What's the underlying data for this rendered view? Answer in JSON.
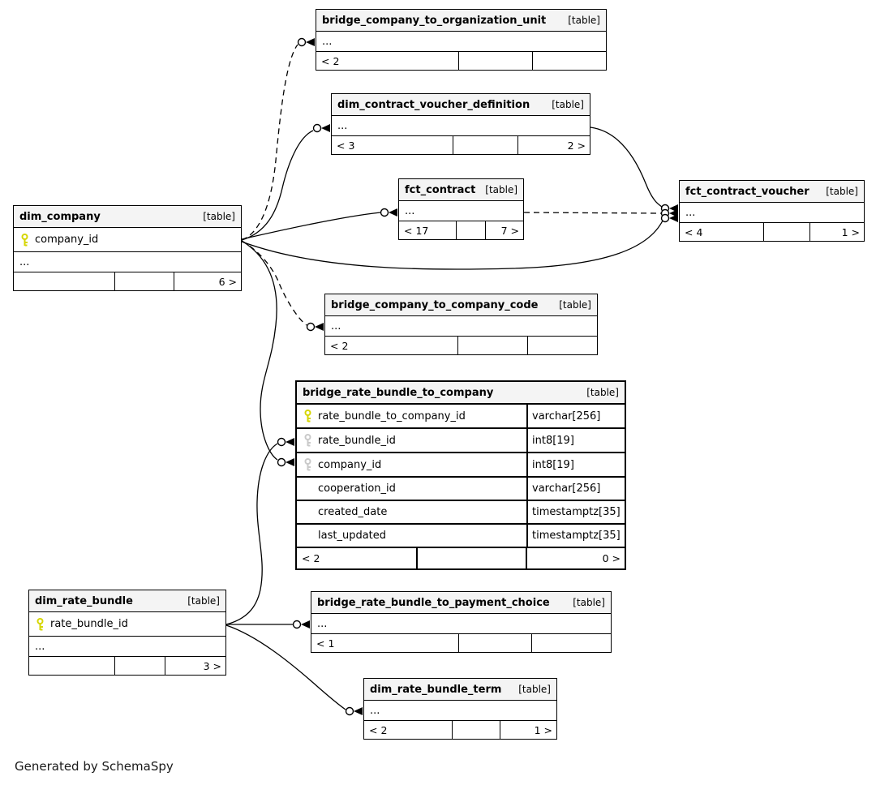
{
  "page": {
    "footer_note": "Generated by SchemaSpy"
  },
  "colors": {
    "primary_key": "#d6d600",
    "foreign_key": "#c9c9c9",
    "header_bg": "#f4f4f4",
    "border": "#000000"
  },
  "tables": [
    {
      "id": "bridge_company_to_organization_unit",
      "name": "bridge_company_to_organization_unit",
      "tag": "[table]",
      "columns": [
        {
          "label": "..."
        }
      ],
      "footer": [
        "< 2",
        "",
        ""
      ]
    },
    {
      "id": "dim_contract_voucher_definition",
      "name": "dim_contract_voucher_definition",
      "tag": "[table]",
      "columns": [
        {
          "label": "..."
        }
      ],
      "footer": [
        "< 3",
        "",
        "2 >"
      ]
    },
    {
      "id": "fct_contract",
      "name": "fct_contract",
      "tag": "[table]",
      "columns": [
        {
          "label": "..."
        }
      ],
      "footer": [
        "< 17",
        "",
        "7 >"
      ]
    },
    {
      "id": "fct_contract_voucher",
      "name": "fct_contract_voucher",
      "tag": "[table]",
      "columns": [
        {
          "label": "..."
        }
      ],
      "footer": [
        "< 4",
        "",
        "1 >"
      ]
    },
    {
      "id": "dim_company",
      "name": "dim_company",
      "tag": "[table]",
      "columns": [
        {
          "label": "company_id",
          "icon": "primary-key-icon"
        },
        {
          "label": "..."
        }
      ],
      "footer": [
        "",
        "",
        "6 >"
      ]
    },
    {
      "id": "bridge_company_to_company_code",
      "name": "bridge_company_to_company_code",
      "tag": "[table]",
      "columns": [
        {
          "label": "..."
        }
      ],
      "footer": [
        "< 2",
        "",
        ""
      ]
    },
    {
      "id": "bridge_rate_bundle_to_company",
      "name": "bridge_rate_bundle_to_company",
      "tag": "[table]",
      "emphasized": true,
      "columns": [
        {
          "label": "rate_bundle_to_company_id",
          "type": "varchar[256]",
          "icon": "primary-key-icon"
        },
        {
          "label": "rate_bundle_id",
          "type": "int8[19]",
          "icon": "foreign-key-icon"
        },
        {
          "label": "company_id",
          "type": "int8[19]",
          "icon": "foreign-key-icon"
        },
        {
          "label": "cooperation_id",
          "type": "varchar[256]"
        },
        {
          "label": "created_date",
          "type": "timestamptz[35]"
        },
        {
          "label": "last_updated",
          "type": "timestamptz[35]"
        }
      ],
      "footer": [
        "< 2",
        "",
        "0 >"
      ]
    },
    {
      "id": "dim_rate_bundle",
      "name": "dim_rate_bundle",
      "tag": "[table]",
      "columns": [
        {
          "label": "rate_bundle_id",
          "icon": "primary-key-icon"
        },
        {
          "label": "..."
        }
      ],
      "footer": [
        "",
        "",
        "3 >"
      ]
    },
    {
      "id": "bridge_rate_bundle_to_payment_choice",
      "name": "bridge_rate_bundle_to_payment_choice",
      "tag": "[table]",
      "columns": [
        {
          "label": "..."
        }
      ],
      "footer": [
        "< 1",
        "",
        ""
      ]
    },
    {
      "id": "dim_rate_bundle_term",
      "name": "dim_rate_bundle_term",
      "tag": "[table]",
      "columns": [
        {
          "label": "..."
        }
      ],
      "footer": [
        "< 2",
        "",
        "1 >"
      ]
    }
  ],
  "relationships": [
    {
      "from": "dim_company",
      "to": "bridge_company_to_organization_unit",
      "style": "dashed"
    },
    {
      "from": "dim_company",
      "to": "dim_contract_voucher_definition",
      "style": "solid"
    },
    {
      "from": "dim_company",
      "to": "fct_contract",
      "style": "solid"
    },
    {
      "from": "dim_company",
      "to": "bridge_company_to_company_code",
      "style": "dashed"
    },
    {
      "from": "dim_company",
      "to": "bridge_rate_bundle_to_company.company_id",
      "style": "solid"
    },
    {
      "from": "dim_company",
      "to": "fct_contract_voucher",
      "style": "solid"
    },
    {
      "from": "dim_contract_voucher_definition",
      "to": "fct_contract_voucher",
      "style": "solid"
    },
    {
      "from": "fct_contract",
      "to": "fct_contract_voucher",
      "style": "dashed"
    },
    {
      "from": "dim_rate_bundle",
      "to": "bridge_rate_bundle_to_company.rate_bundle_id",
      "style": "solid"
    },
    {
      "from": "dim_rate_bundle",
      "to": "bridge_rate_bundle_to_payment_choice",
      "style": "solid"
    },
    {
      "from": "dim_rate_bundle",
      "to": "dim_rate_bundle_term",
      "style": "solid"
    }
  ]
}
